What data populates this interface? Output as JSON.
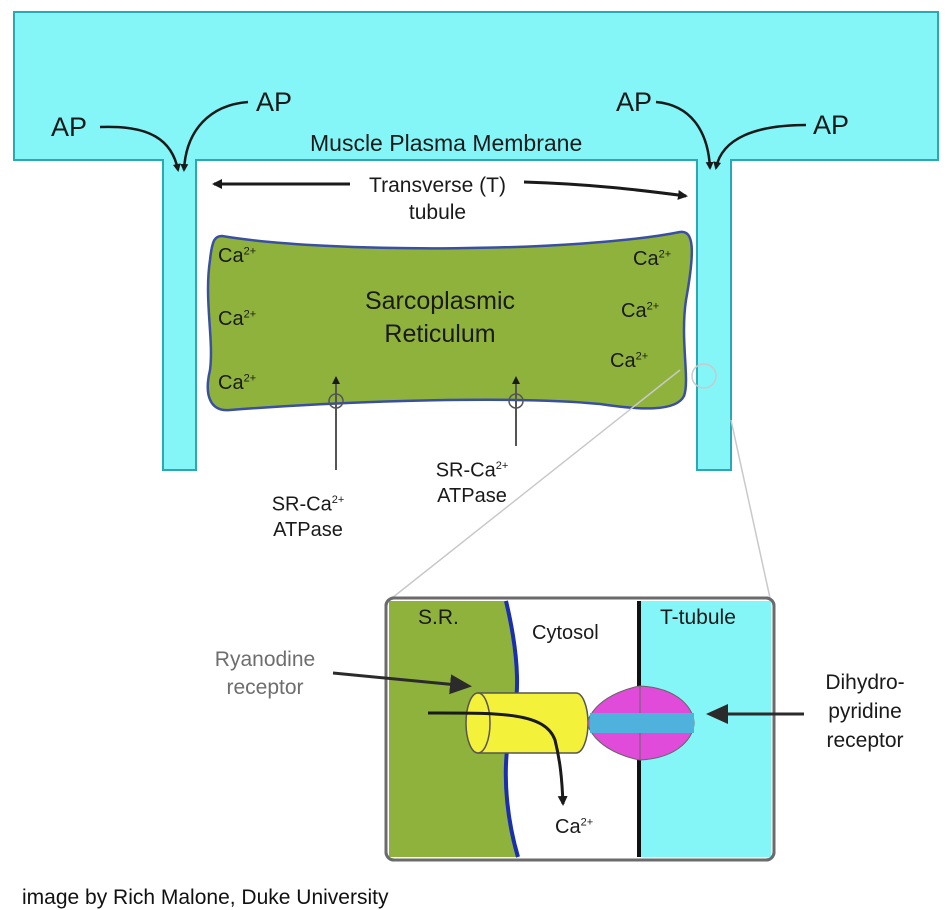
{
  "top_labels": {
    "ap_left_outer": "AP",
    "ap_left_inner": "AP",
    "ap_right_inner": "AP",
    "ap_right_outer": "AP",
    "membrane": "Muscle Plasma Membrane",
    "t_tubule_line1": "Transverse (T)",
    "t_tubule_line2": "tubule"
  },
  "sr": {
    "title_line1": "Sarcoplasmic",
    "title_line2": "Reticulum",
    "ion_base": "Ca",
    "ion_charge": "2+"
  },
  "pump_left": {
    "line1": "SR-Ca",
    "charge": "2+",
    "line2": "ATPase"
  },
  "pump_right": {
    "line1": "SR-Ca",
    "charge": "2+",
    "line2": "ATPase"
  },
  "inset": {
    "sr_label": "S.R.",
    "cytosol_label": "Cytosol",
    "ttubule_label": "T-tubule",
    "released_ion_base": "Ca",
    "released_ion_charge": "2+"
  },
  "side_labels": {
    "ryanodine_line1": "Ryanodine",
    "ryanodine_line2": "receptor",
    "dhp_line1": "Dihydro-",
    "dhp_line2": "pyridine",
    "dhp_line3": "receptor"
  },
  "credit": "image by Rich Malone, Duke University",
  "colors": {
    "membrane_cyan": "#84f6f8",
    "sr_green": "#8fb23d",
    "sr_outline": "#3a4fa0",
    "cylinder_yellow": "#f4f13a",
    "dhp_magenta": "#e04bd9",
    "dhp_blue": "#4fb2dc",
    "sr_edge_blue": "#1a2fb0"
  }
}
